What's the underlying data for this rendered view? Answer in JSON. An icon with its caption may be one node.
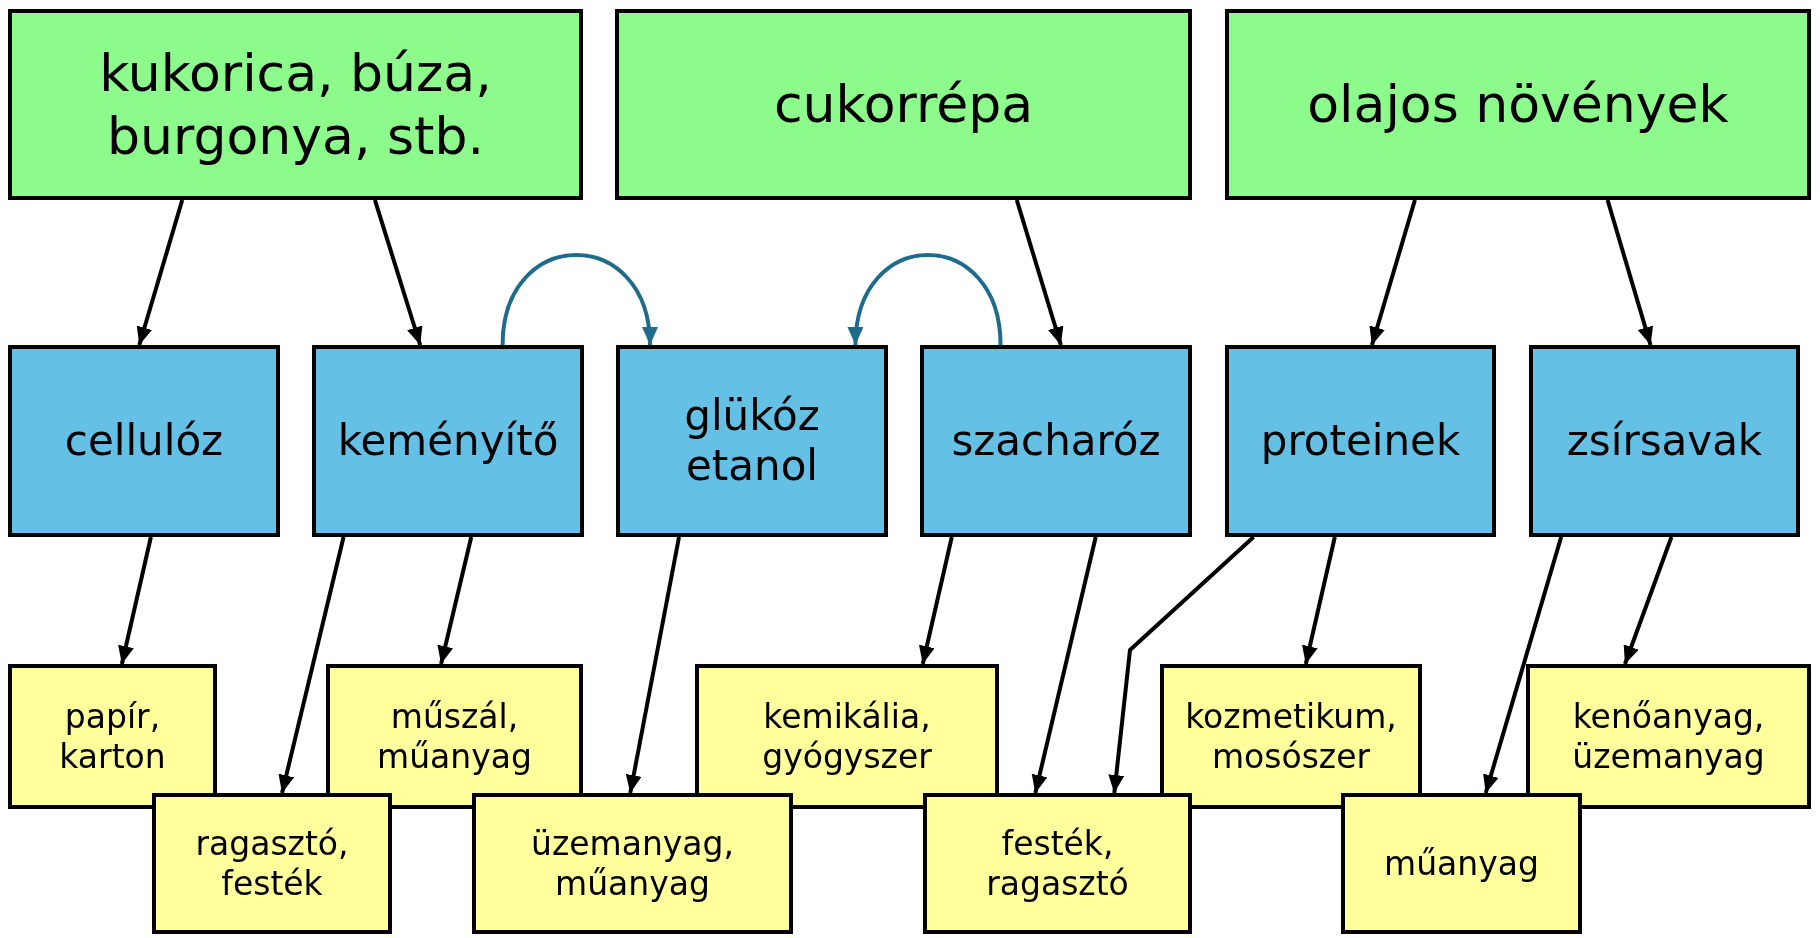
{
  "diagram": {
    "nodes": [
      {
        "text": [
          "kukorica, búza, burgonya, stb."
        ]
      },
      {
        "text": [
          "cukorrépa"
        ]
      },
      {
        "text": [
          "olajos növények"
        ]
      },
      {
        "text": [
          "cellulóz"
        ]
      },
      {
        "text": [
          "keményítő"
        ]
      },
      {
        "text": [
          "glükóz etanol"
        ]
      },
      {
        "text": [
          "szacharóz"
        ]
      },
      {
        "text": [
          "proteinek"
        ]
      },
      {
        "text": [
          "zsírsavak"
        ]
      },
      {
        "text": [
          "papír, karton"
        ]
      },
      {
        "text": [
          "műszál, műanyag"
        ]
      },
      {
        "text": [
          "kemikália, gyógyszer"
        ]
      },
      {
        "text": [
          "kozmetikum, mosószer"
        ]
      },
      {
        "text": [
          "kenőanyag, üzemanyag"
        ]
      },
      {
        "text": [
          "ragasztó, festék"
        ]
      },
      {
        "text": [
          "üzemanyag, műanyag"
        ]
      },
      {
        "text": [
          "festék, ragasztó"
        ]
      },
      {
        "text": [
          "műanyag"
        ]
      }
    ],
    "edges": [
      {
        "from": 0,
        "to": 3,
        "arrow": "to"
      },
      {
        "from": 0,
        "to": 4,
        "arrow": "to"
      },
      {
        "from": 1,
        "to": 6,
        "arrow": "to"
      },
      {
        "from": 2,
        "to": 7,
        "arrow": "to"
      },
      {
        "from": 2,
        "to": 8,
        "arrow": "to"
      },
      {
        "from": 4,
        "to": 5,
        "arrow": "to",
        "color": "#1f6b8c"
      },
      {
        "from": 6,
        "to": 5,
        "arrow": "to",
        "color": "#1f6b8c"
      },
      {
        "from": 3,
        "to": 9,
        "arrow": "to"
      },
      {
        "from": 4,
        "to": 14,
        "arrow": "to"
      },
      {
        "from": 4,
        "to": 10,
        "arrow": "to"
      },
      {
        "from": 5,
        "to": 15,
        "arrow": "to"
      },
      {
        "from": 6,
        "to": 11,
        "arrow": "to"
      },
      {
        "from": 6,
        "to": 16,
        "arrow": "to"
      },
      {
        "from": 7,
        "to": 16,
        "arrow": "to"
      },
      {
        "from": 7,
        "to": 12,
        "arrow": "to"
      },
      {
        "from": 8,
        "to": 17,
        "arrow": "to"
      },
      {
        "from": 8,
        "to": 13,
        "arrow": "to"
      }
    ]
  }
}
